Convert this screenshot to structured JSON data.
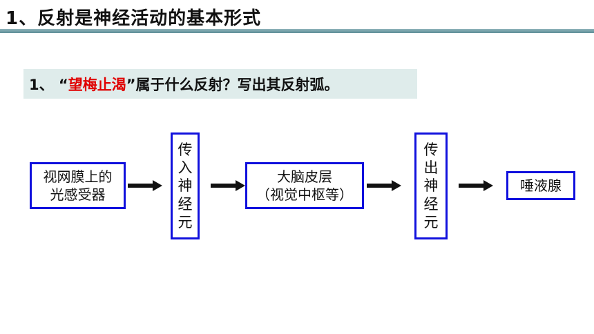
{
  "title": "1、反射是神经活动的基本形式",
  "question": {
    "prefix": "1、 “",
    "highlight": "望梅止渴",
    "suffix": "”属于什么反射？写出其反射弧。"
  },
  "reflex_arc": {
    "receptor": [
      "视网膜上的",
      "光感受器"
    ],
    "afferent_nerve": "传入神经元",
    "center": [
      "大脑皮层",
      "（视觉中枢等）"
    ],
    "efferent_nerve": "传出神经元",
    "effector": "唾液腺"
  },
  "colors": {
    "box_border": "#1010dd",
    "highlight": "#e00000",
    "question_bg": "#dfeceb",
    "title_bar": "#6f9aa2"
  },
  "icons": [
    "arrow-right-icon"
  ]
}
